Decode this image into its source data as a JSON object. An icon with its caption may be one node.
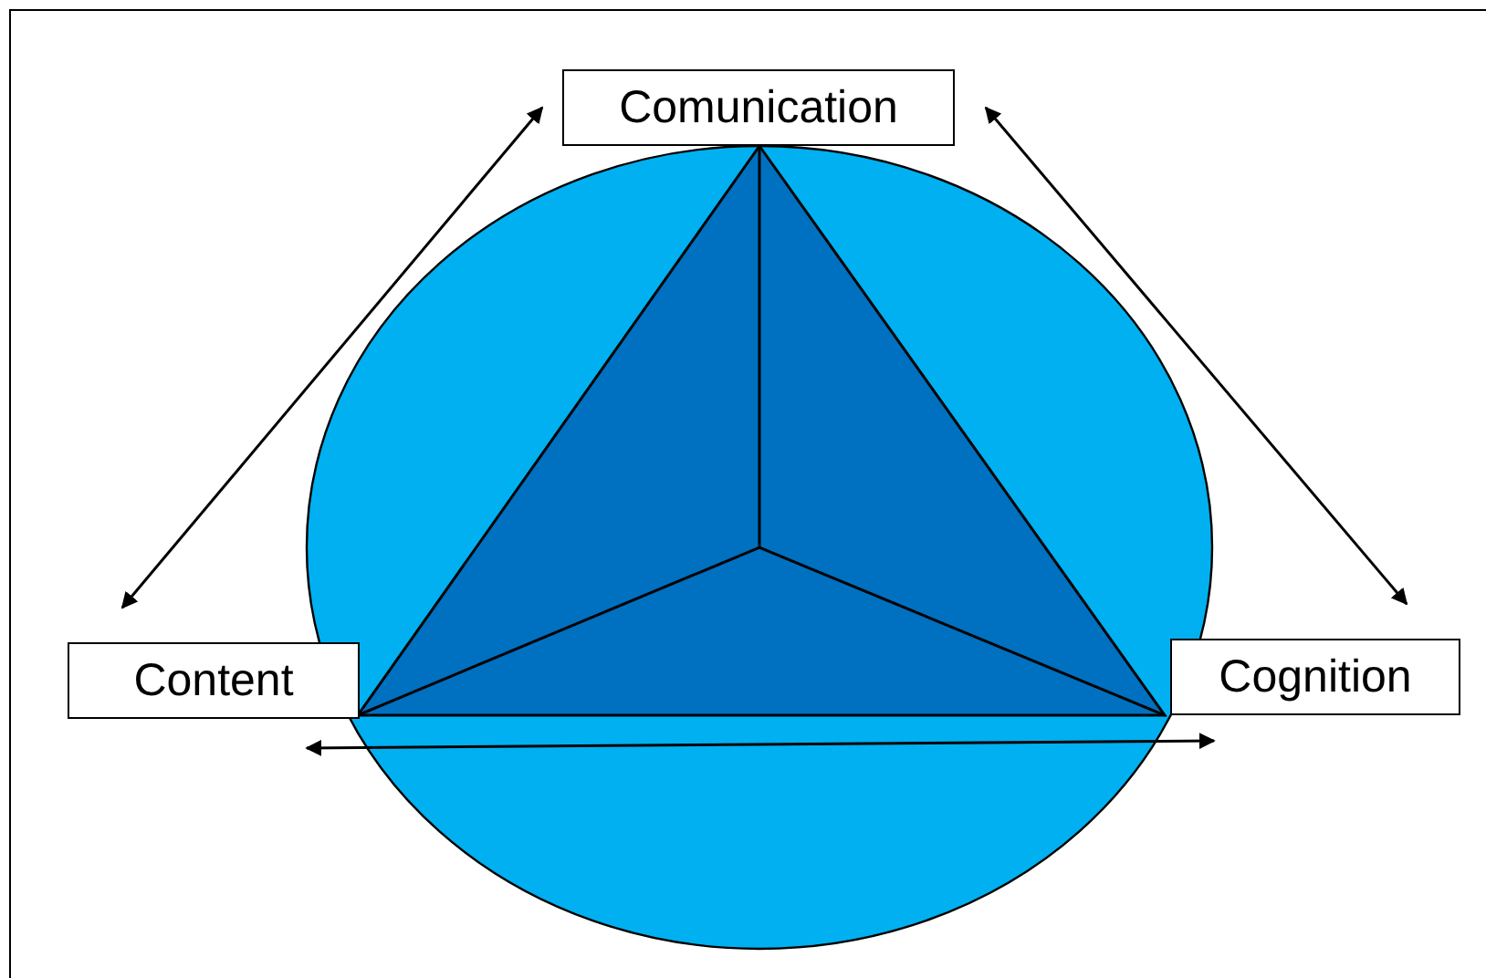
{
  "diagram": {
    "nodes": [
      {
        "text": [
          "Comunication"
        ]
      },
      {
        "text": [
          "Content"
        ]
      },
      {
        "text": [
          "Cognition"
        ]
      }
    ],
    "edges": [
      {
        "from": 0,
        "to": 1,
        "arrow": "both"
      },
      {
        "from": 0,
        "to": 2,
        "arrow": "both"
      },
      {
        "from": 1,
        "to": 2,
        "arrow": "both"
      }
    ]
  }
}
